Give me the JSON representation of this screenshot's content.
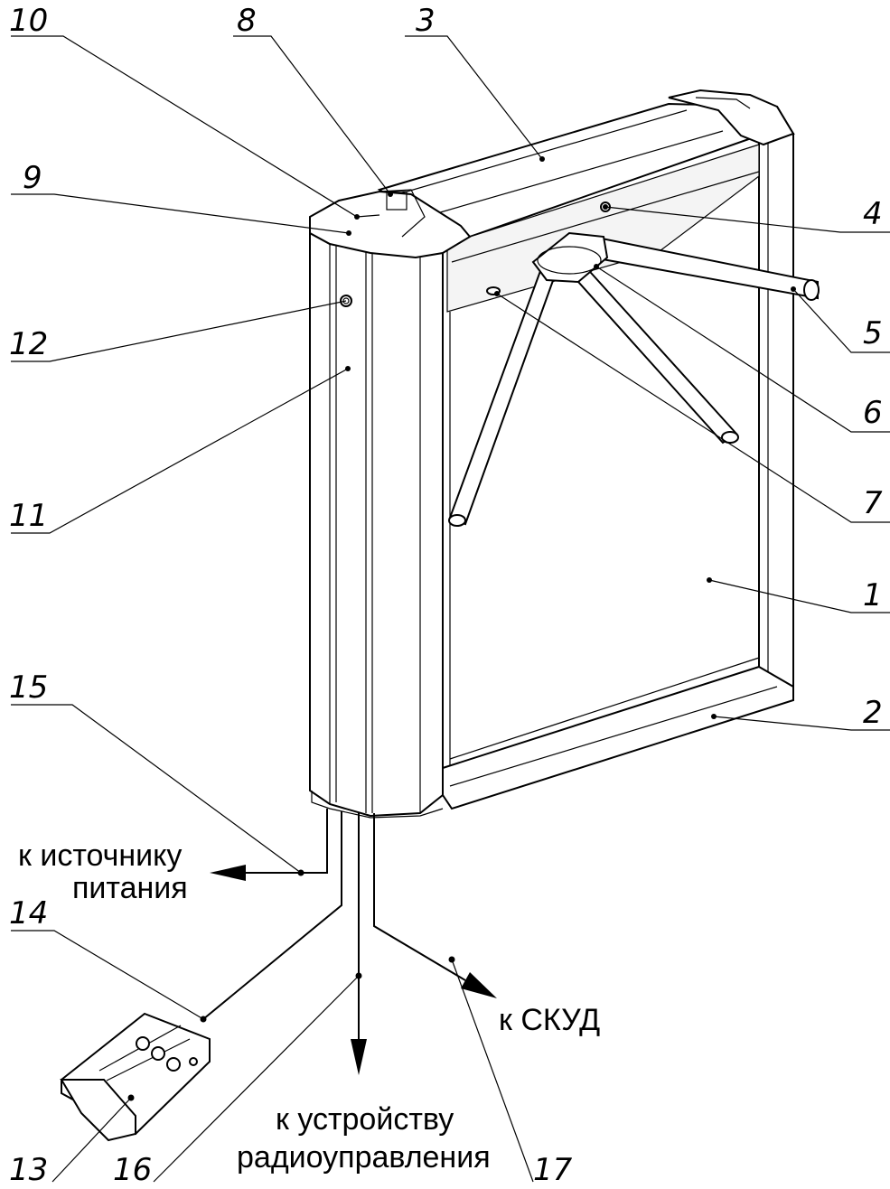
{
  "callouts": [
    {
      "id": "1",
      "text": "1"
    },
    {
      "id": "2",
      "text": "2"
    },
    {
      "id": "3",
      "text": "3"
    },
    {
      "id": "4",
      "text": "4"
    },
    {
      "id": "5",
      "text": "5"
    },
    {
      "id": "6",
      "text": "6"
    },
    {
      "id": "7",
      "text": "7"
    },
    {
      "id": "8",
      "text": "8"
    },
    {
      "id": "9",
      "text": "9"
    },
    {
      "id": "10",
      "text": "10"
    },
    {
      "id": "11",
      "text": "11"
    },
    {
      "id": "12",
      "text": "12"
    },
    {
      "id": "13",
      "text": "13"
    },
    {
      "id": "14",
      "text": "14"
    },
    {
      "id": "15",
      "text": "15"
    },
    {
      "id": "16",
      "text": "16"
    },
    {
      "id": "17",
      "text": "17"
    }
  ],
  "labels": {
    "power_line1": "к источнику",
    "power_line2": "питания",
    "acs": "к СКУД",
    "radio_line1": "к устройству",
    "radio_line2": "радиоуправления"
  }
}
